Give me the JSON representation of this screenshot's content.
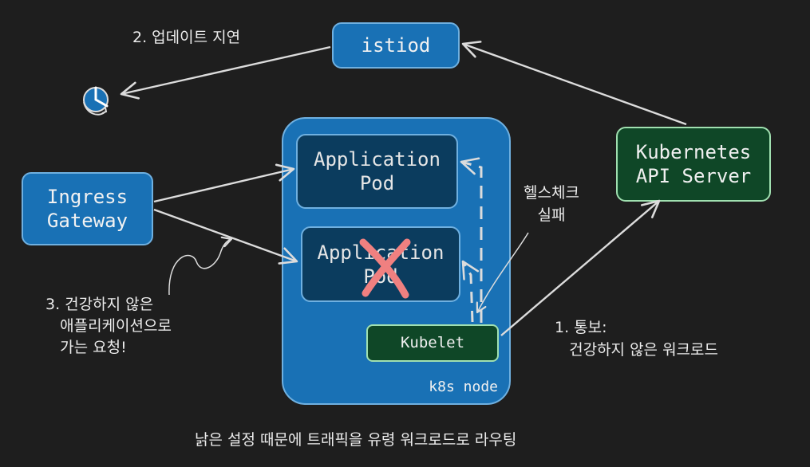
{
  "nodes": {
    "istiod": "istiod",
    "ingress_gateway": "Ingress\nGateway",
    "kubernetes_api": "Kubernetes\nAPI Server",
    "app_pod_1": "Application\nPod",
    "app_pod_2": "Application\nPod",
    "kubelet": "Kubelet",
    "k8s_node": "k8s node"
  },
  "labels": {
    "update_delay": "2. 업데이트 지연",
    "health_check_fail": "헬스체크\n실패",
    "notify": "1. 통보:\n   건강하지 않은 워크로드",
    "unhealthy_request": "3. 건강하지 않은\n   애플리케이션으로\n   가는 요청!",
    "footer": "낡은 설정 때문에 트래픽을 유령 워크로드로 라우팅"
  },
  "icons": {
    "stale_proxy": "stale-sync-icon",
    "failed_pod": "red-x-icon"
  },
  "colors": {
    "background": "#1e1e1e",
    "blue": "#1971b5",
    "dark_blue": "#0b3c5e",
    "green": "#0f4727",
    "red_x": "#f08080",
    "arrow": "#dcdcdc"
  }
}
